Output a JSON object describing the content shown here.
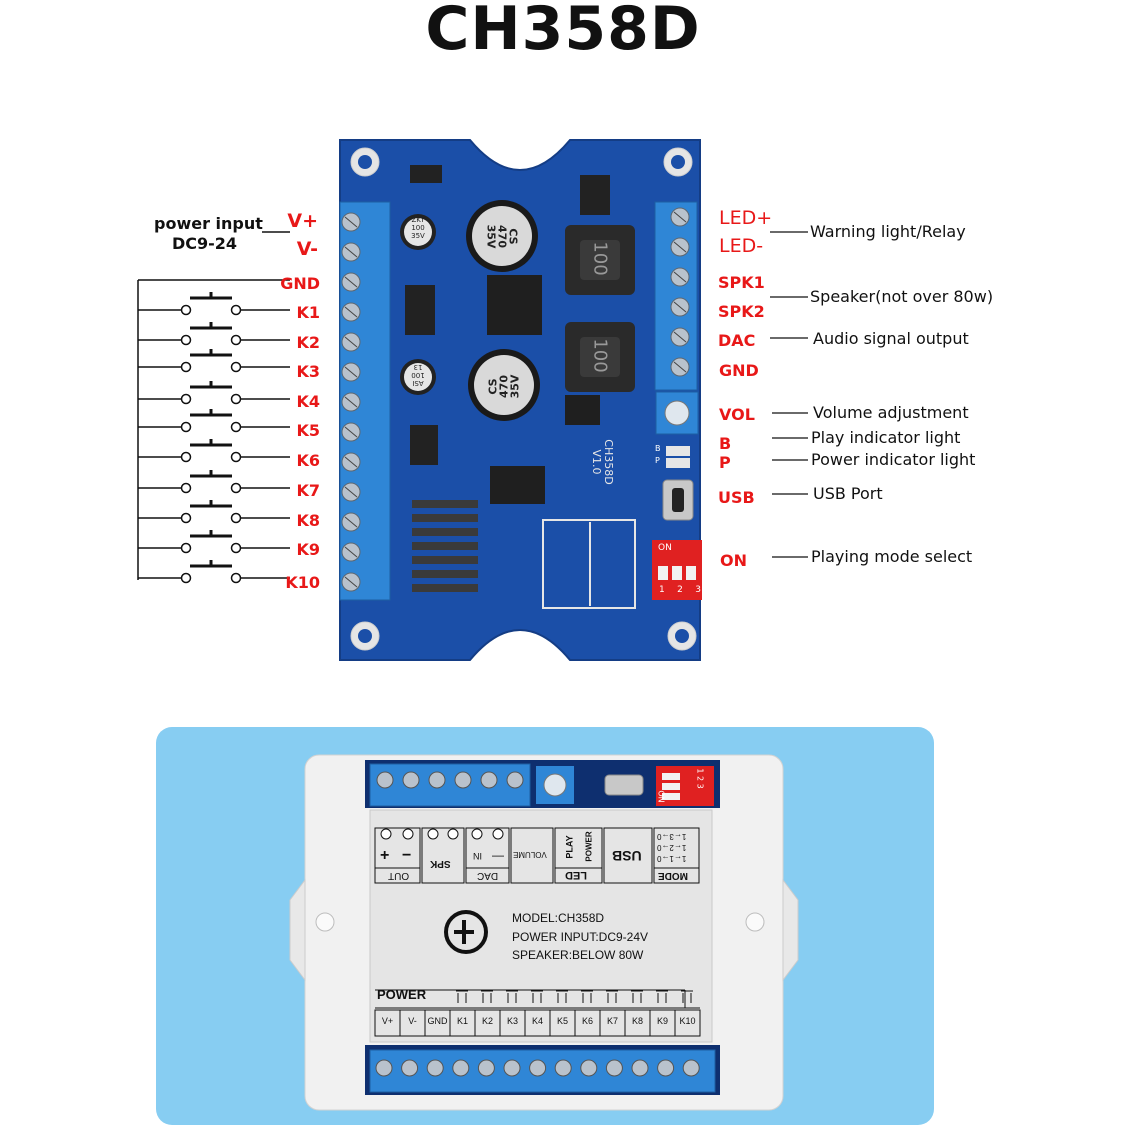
{
  "title": "CH358D",
  "power": {
    "label": "power input",
    "range": "DC9-24"
  },
  "left_pins": [
    "V+",
    "V-",
    "GND",
    "K1",
    "K2",
    "K3",
    "K4",
    "K5",
    "K6",
    "K7",
    "K8",
    "K9",
    "K10"
  ],
  "right_pins": [
    "LED+",
    "LED-",
    "SPK1",
    "SPK2",
    "DAC",
    "GND",
    "VOL",
    "B",
    "P",
    "USB",
    "ON"
  ],
  "descriptions": {
    "led": "Warning light/Relay",
    "spk": "Speaker(not over 80w)",
    "dac": "Audio signal output",
    "vol": "Volume adjustment",
    "b": "Play indicator light",
    "p": "Power indicator light",
    "usb": "USB Port",
    "on": "Playing mode select"
  },
  "board": {
    "silk": "CH358D",
    "version": "V1.0",
    "cap1": [
      "CS",
      "470",
      "35V"
    ],
    "cap2": [
      "CS",
      "470",
      "35V"
    ],
    "cap_small1": [
      "ZKT",
      "100",
      "35V"
    ],
    "cap_small2": [
      "ASI",
      "100",
      "13"
    ],
    "inductor": "100",
    "dip_on": "ON",
    "dip_nums": [
      "1",
      "2",
      "3"
    ],
    "led_b": "B",
    "led_p": "P"
  },
  "enclosure": {
    "top_labels": {
      "out": "OUT",
      "spk": "SPK",
      "in": "IN",
      "dac": "DAC",
      "volume": "VOLUME",
      "play": "PLAY",
      "power": "POWER",
      "led": "LED",
      "usb": "USB",
      "mode": "MODE",
      "plus": "+",
      "minus": "−",
      "dash": "—",
      "mode_rows": [
        "1←1→0",
        "1←2→0",
        "1←3→0"
      ]
    },
    "info": {
      "model": "MODEL:CH358D",
      "power_input": "POWER INPUT:DC9-24V",
      "speaker": "SPEAKER:BELOW 80W"
    },
    "power_label": "POWER",
    "bottom_labels": [
      "V+",
      "V-",
      "GND",
      "K1",
      "K2",
      "K3",
      "K4",
      "K5",
      "K6",
      "K7",
      "K8",
      "K9",
      "K10"
    ],
    "dip_on": "ON",
    "dip_nums": [
      "1",
      "2",
      "3"
    ]
  },
  "colors": {
    "pcb": "#1b4fa8",
    "terminal": "#2f86d6",
    "pin_text": "#e81818",
    "panel_bg": "#87cdf2"
  }
}
